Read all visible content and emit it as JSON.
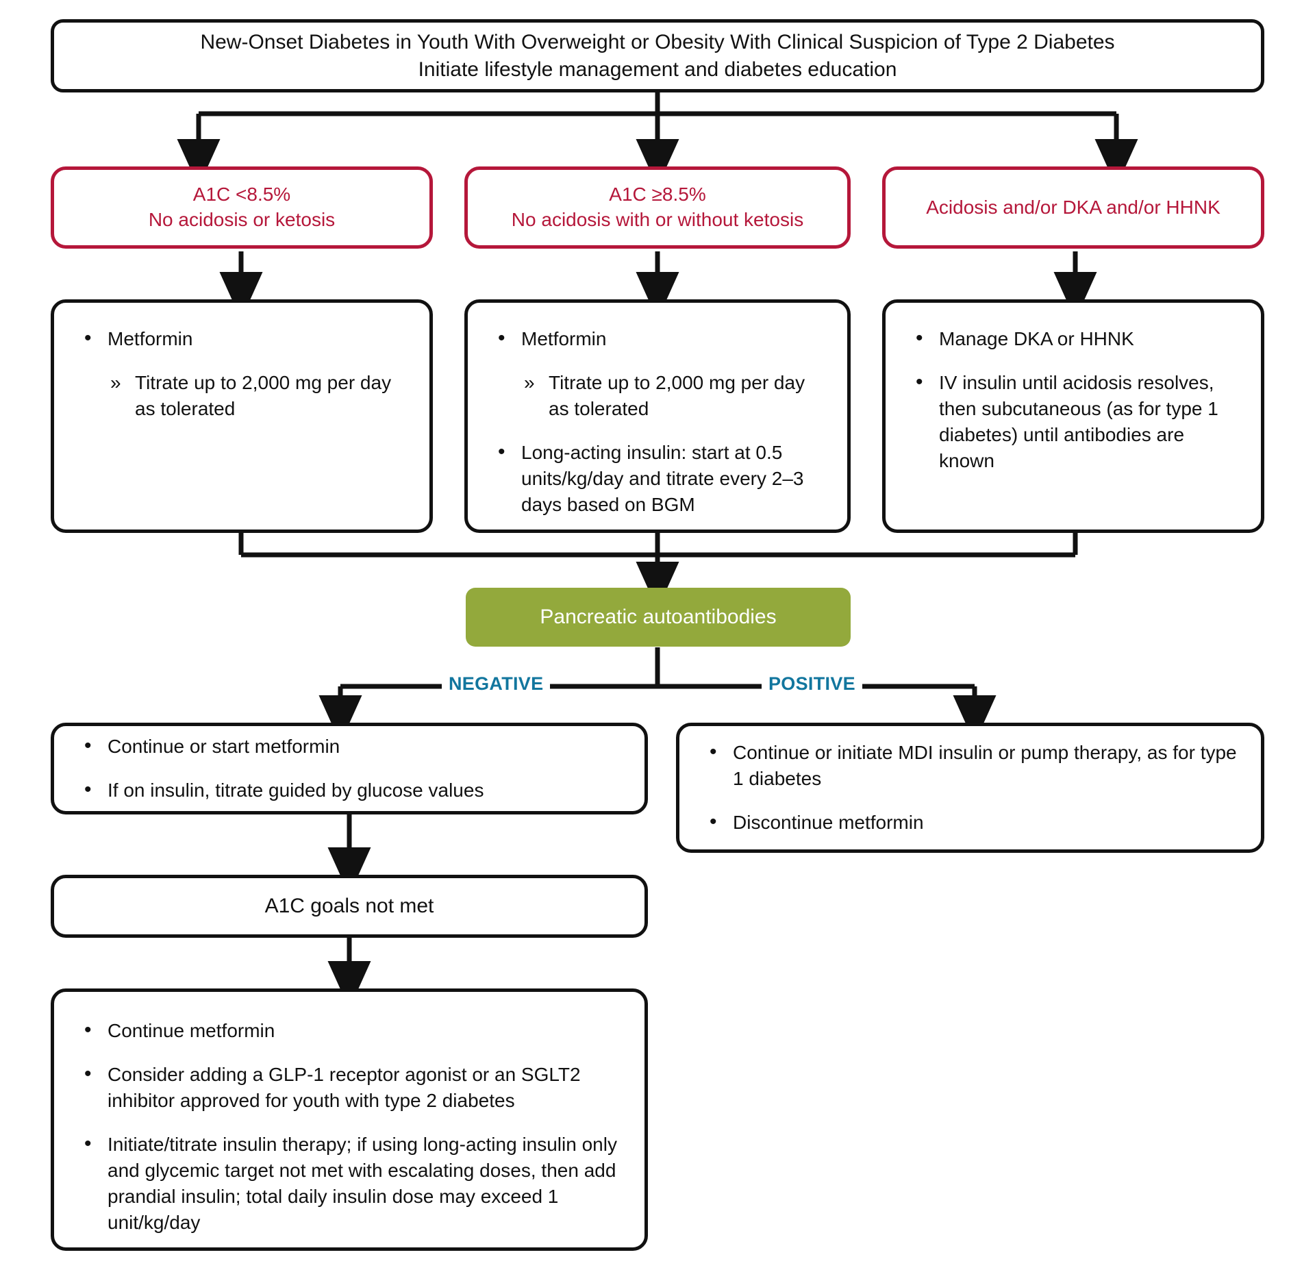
{
  "colors": {
    "line": "#111111",
    "red": "#b5173a",
    "green": "#93a93c",
    "teal": "#12769e",
    "white": "#ffffff"
  },
  "nodes": {
    "top": {
      "line1": "New-Onset Diabetes in Youth With Overweight or Obesity With Clinical Suspicion of Type 2 Diabetes",
      "line2": "Initiate lifestyle management and diabetes education"
    },
    "criteria_left": {
      "line1": "A1C <8.5%",
      "line2": "No acidosis or ketosis"
    },
    "criteria_middle": {
      "line1": "A1C ≥8.5%",
      "line2": "No acidosis with or without ketosis"
    },
    "criteria_right": {
      "line1": "Acidosis and/or DKA and/or HHNK"
    },
    "treatment_left": {
      "bullets": [
        {
          "level": 1,
          "text": "Metformin"
        },
        {
          "level": 2,
          "text": "Titrate up to 2,000 mg per day as tolerated"
        }
      ]
    },
    "treatment_middle": {
      "bullets": [
        {
          "level": 1,
          "text": "Metformin"
        },
        {
          "level": 2,
          "text": "Titrate up to 2,000 mg per day as tolerated"
        },
        {
          "level": 1,
          "text": "Long-acting insulin: start at 0.5 units/kg/day and titrate every 2–3 days based on BGM"
        }
      ]
    },
    "treatment_right": {
      "bullets": [
        {
          "level": 1,
          "text": "Manage DKA or HHNK"
        },
        {
          "level": 1,
          "text": "IV insulin until acidosis resolves, then subcutaneous (as for type 1 diabetes) until antibodies are known"
        }
      ]
    },
    "decision": {
      "label": "Pancreatic autoantibodies"
    },
    "branch_negative": {
      "label": "NEGATIVE"
    },
    "branch_positive": {
      "label": "POSITIVE"
    },
    "negative_outcome": {
      "bullets": [
        {
          "level": 1,
          "text": "Continue or start metformin"
        },
        {
          "level": 1,
          "text": "If on insulin, titrate guided by glucose values"
        }
      ]
    },
    "positive_outcome": {
      "bullets": [
        {
          "level": 1,
          "text": "Continue or initiate MDI insulin or pump therapy, as for type 1 diabetes"
        },
        {
          "level": 1,
          "text": "Discontinue metformin"
        }
      ]
    },
    "goals_not_met": {
      "label": "A1C goals not met"
    },
    "escalation": {
      "bullets": [
        {
          "level": 1,
          "text": "Continue metformin"
        },
        {
          "level": 1,
          "text": "Consider adding a GLP-1 receptor agonist or an SGLT2 inhibitor approved for youth with type 2 diabetes"
        },
        {
          "level": 1,
          "text": "Initiate/titrate insulin therapy; if using long-acting insulin only and glycemic target not met with escalating doses, then add prandial insulin; total daily insulin dose may exceed 1 unit/kg/day"
        }
      ]
    }
  }
}
